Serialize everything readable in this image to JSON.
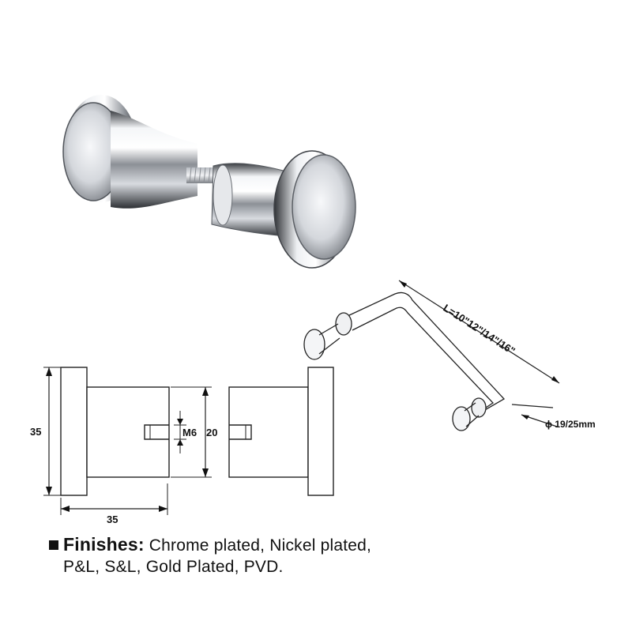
{
  "dimensions": {
    "height_outer": "35",
    "width_outer": "35",
    "thread": "M6",
    "height_inner": "20",
    "length": "L=10\"12\"/14\"/16\"",
    "diameter": "ϕ 19/25mm"
  },
  "finishes": {
    "label": "Finishes:",
    "line1": " Chrome plated, Nickel plated,",
    "line2": "P&L, S&L, Gold Plated, PVD."
  }
}
